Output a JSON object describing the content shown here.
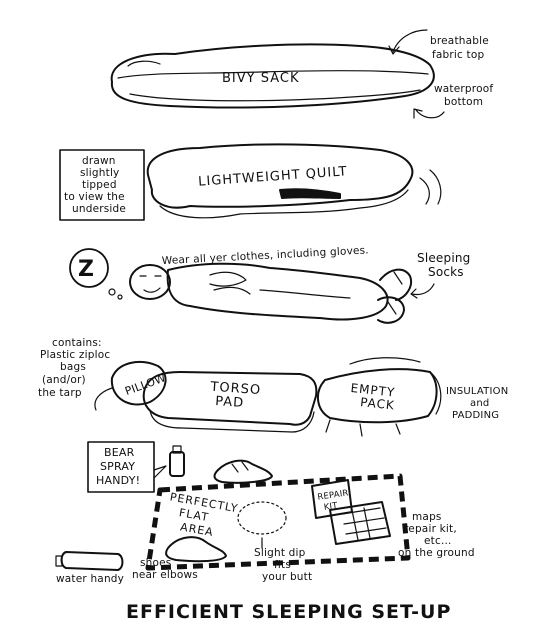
{
  "title": "EFFICIENT SLEEPING SET-UP",
  "bivy": {
    "label": "BIVY SACK",
    "note_top_1": "breathable",
    "note_top_2": "fabric top",
    "note_bottom_1": "waterproof",
    "note_bottom_2": "bottom"
  },
  "quilt": {
    "label": "LIGHTWEIGHT QUILT",
    "note_1": "drawn",
    "note_2": "slightly",
    "note_3": "tipped",
    "note_4": "to view the",
    "note_5": "underside"
  },
  "sleeper": {
    "z": "Z",
    "clothes_note": "Wear all yer clothes, including gloves.",
    "socks_1": "Sleeping",
    "socks_2": "Socks"
  },
  "pads": {
    "contains_1": "contains:",
    "contains_2": "Plastic ziploc",
    "contains_3": "bags",
    "contains_4": "(and/or)",
    "contains_5": "the tarp",
    "pillow": "PILLOW",
    "torso_1": "TORSO",
    "torso_2": "PAD",
    "pack_1": "EMPTY",
    "pack_2": "PACK",
    "insulation_1": "INSULATION",
    "insulation_2": "and",
    "insulation_3": "PADDING"
  },
  "ground": {
    "bear_1": "BEAR",
    "bear_2": "SPRAY",
    "bear_3": "HANDY!",
    "flat_1": "PERFECTLY",
    "flat_2": "FLAT",
    "flat_3": "AREA",
    "repair_1": "REPAIR",
    "repair_2": "KIT",
    "maps_1": "maps",
    "maps_2": "repair kit,",
    "maps_3": "etc...",
    "maps_4": "on the ground",
    "shoes_1": "shoes",
    "shoes_2": "near elbows",
    "water": "water handy",
    "dip_1": "Slight dip",
    "dip_2": "fits",
    "dip_3": "your butt"
  }
}
